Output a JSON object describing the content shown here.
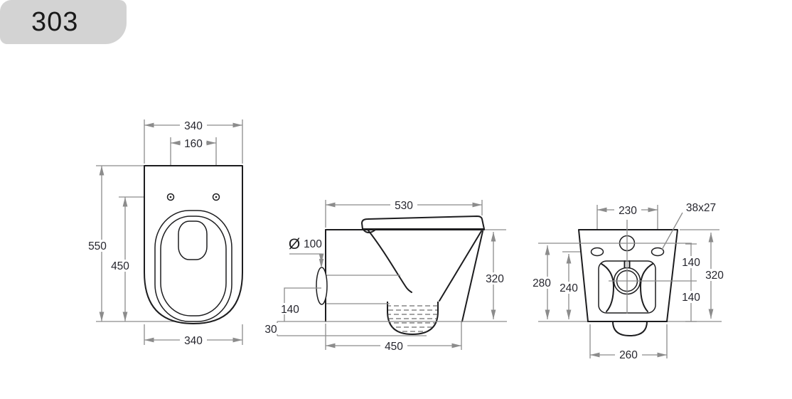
{
  "page": {
    "model_number": "303"
  },
  "colors": {
    "dimension_lines": "#8c8c8c",
    "drawing_lines": "#1d1d1f",
    "dimension_text": "#26262e",
    "badge_background": "#d3d3d3"
  },
  "views": {
    "top": {
      "title": "top-view",
      "dims": {
        "overall_width": "340",
        "hole_spacing": "160",
        "overall_depth": "550",
        "hole_offset_depth": "450",
        "bottom_width": "340"
      }
    },
    "side": {
      "title": "side-view",
      "dims": {
        "overall_length": "530",
        "outlet_diameter_symbol": "Ø",
        "outlet_diameter": "100",
        "outlet_center_height": "140",
        "floor_clearance": "30",
        "base_length": "450",
        "overall_height": "320"
      }
    },
    "back": {
      "title": "back-view",
      "dims": {
        "fixing_hole_spacing": "230",
        "fixing_hole_size": "38x27",
        "height_to_inlet": "280",
        "height_to_fixing": "240",
        "inlet_to_outlet": "140",
        "outlet_to_floor": "140",
        "overall_height": "320",
        "base_width": "260"
      }
    }
  }
}
